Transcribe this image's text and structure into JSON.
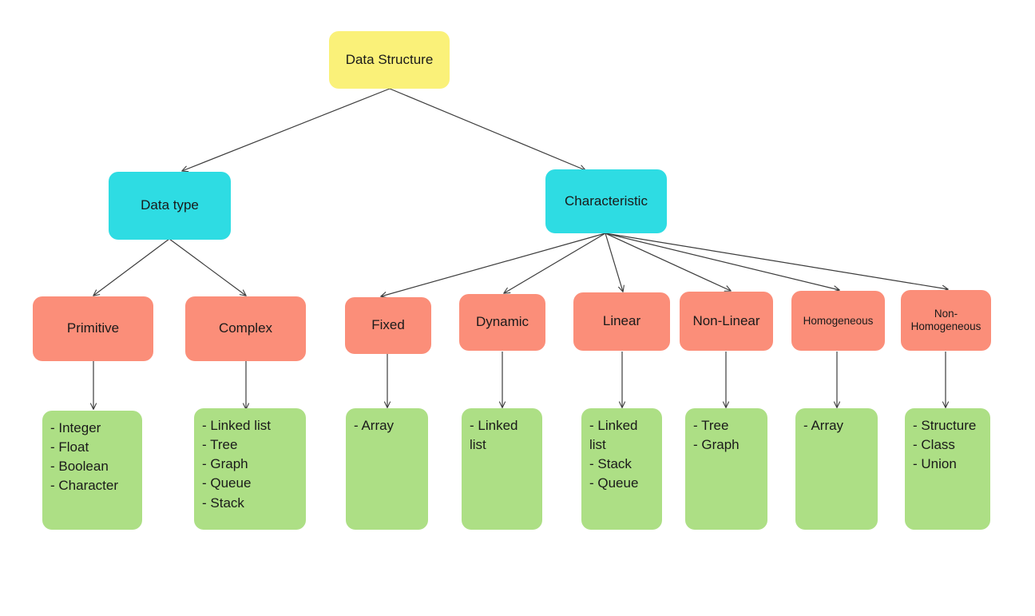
{
  "diagram": {
    "title": "Data Structure classification tree",
    "colors": {
      "root": "#FAF179",
      "category": "#2EDCE3",
      "attribute": "#FB8E79",
      "leaf": "#ADDF85",
      "edge": "#3c3c3c",
      "text": "#1a1a1a",
      "background": "#ffffff"
    },
    "nodes": {
      "root": {
        "label": "Data Structure"
      },
      "data_type": {
        "label": "Data type"
      },
      "characteristic": {
        "label": "Characteristic"
      },
      "primitive": {
        "label": "Primitive"
      },
      "complex": {
        "label": "Complex"
      },
      "fixed": {
        "label": "Fixed"
      },
      "dynamic": {
        "label": "Dynamic"
      },
      "linear": {
        "label": "Linear"
      },
      "non_linear": {
        "label": "Non-Linear"
      },
      "homogeneous": {
        "label": "Homogeneous"
      },
      "non_homogeneous": {
        "label": "Non-\nHomogeneous"
      },
      "primitive_items": {
        "label": "- Integer\n- Float\n- Boolean\n- Character"
      },
      "complex_items": {
        "label": "- Linked list\n- Tree\n- Graph\n- Queue\n- Stack"
      },
      "fixed_items": {
        "label": "- Array"
      },
      "dynamic_items": {
        "label": "- Linked list"
      },
      "linear_items": {
        "label": "- Linked list\n- Stack\n- Queue"
      },
      "non_linear_items": {
        "label": "- Tree\n- Graph"
      },
      "homogeneous_items": {
        "label": "- Array"
      },
      "non_homogeneous_items": {
        "label": "- Structure\n- Class\n- Union"
      }
    }
  }
}
